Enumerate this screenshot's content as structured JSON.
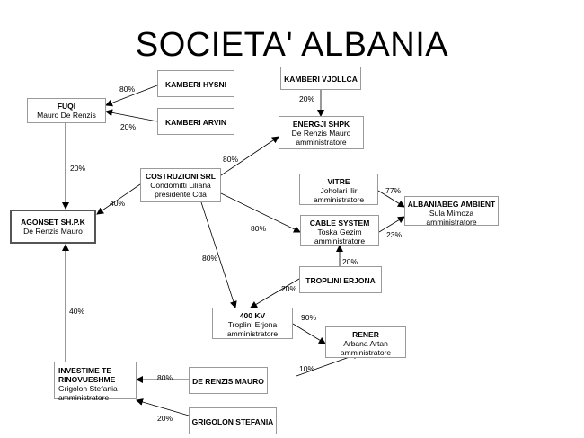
{
  "title": "SOCIETA' ALBANIA",
  "nodes": {
    "kamberi_hysni": {
      "name": "KAMBERI HYSNI",
      "lines": []
    },
    "kamberi_vjollca": {
      "name": "KAMBERI VJOLLCA",
      "lines": []
    },
    "fuqi": {
      "name": "FUQI",
      "lines": [
        "Mauro De Renzis"
      ]
    },
    "kamberi_arvin": {
      "name": "KAMBERI ARVIN",
      "lines": []
    },
    "energji": {
      "name": "ENERGJI SHPK",
      "lines": [
        "De Renzis Mauro",
        "amministratore"
      ]
    },
    "costruzioni": {
      "name": "COSTRUZIONI SRL",
      "lines": [
        "Condomitti Liliana",
        "presidente Cda"
      ]
    },
    "vitre": {
      "name": "VITRE",
      "lines": [
        "Joholari Ilir",
        "amministratore"
      ]
    },
    "agonset": {
      "name": "AGONSET SH.P.K",
      "lines": [
        "De Renzis Mauro"
      ]
    },
    "albaniabeg": {
      "name": "ALBANIABEG AMBIENT",
      "lines": [
        "Sula Mimoza",
        "amministratore"
      ]
    },
    "cable": {
      "name": "CABLE SYSTEM",
      "lines": [
        "Toska Gezim",
        "amministratore"
      ]
    },
    "troplini": {
      "name": "TROPLINI ERJONA",
      "lines": []
    },
    "kv400": {
      "name": "400 KV",
      "lines": [
        "Troplini Erjona",
        "amministratore"
      ]
    },
    "rener": {
      "name": "RENER",
      "lines": [
        "Arbana Artan",
        "amministratore"
      ]
    },
    "investime": {
      "name": "INVESTIME TE RINOVUESHME",
      "lines": [
        "Grigolon Stefania",
        "amministratore"
      ]
    },
    "derenzis": {
      "name": "DE RENZIS MAURO",
      "lines": []
    },
    "grigolon": {
      "name": "GRIGOLON STEFANIA",
      "lines": []
    }
  },
  "edges": [
    {
      "from": "kamberi_hysni",
      "to": "fuqi",
      "label": "80%"
    },
    {
      "from": "kamberi_arvin",
      "to": "fuqi",
      "label": "20%"
    },
    {
      "from": "kamberi_vjollca",
      "to": "energji",
      "label": "20%"
    },
    {
      "from": "fuqi",
      "to": "agonset",
      "label": "20%"
    },
    {
      "from": "costruzioni",
      "to": "agonset",
      "label": "40%"
    },
    {
      "from": "costruzioni",
      "to": "energji",
      "label": "80%"
    },
    {
      "from": "costruzioni",
      "to": "cable",
      "label": "80%"
    },
    {
      "from": "costruzioni",
      "to": "kv400",
      "label": "80%"
    },
    {
      "from": "vitre",
      "to": "albaniabeg",
      "label": "77%"
    },
    {
      "from": "cable",
      "to": "albaniabeg",
      "label": "23%"
    },
    {
      "from": "troplini",
      "to": "cable",
      "label": "20%"
    },
    {
      "from": "troplini",
      "to": "kv400",
      "label": "20%"
    },
    {
      "from": "kv400",
      "to": "rener",
      "label": "90%"
    },
    {
      "from": "derenzis",
      "to": "rener",
      "label": "10%"
    },
    {
      "from": "derenzis",
      "to": "investime",
      "label": "80%"
    },
    {
      "from": "grigolon",
      "to": "investime",
      "label": "20%"
    },
    {
      "from": "investime",
      "to": "agonset",
      "label": "40%"
    }
  ]
}
